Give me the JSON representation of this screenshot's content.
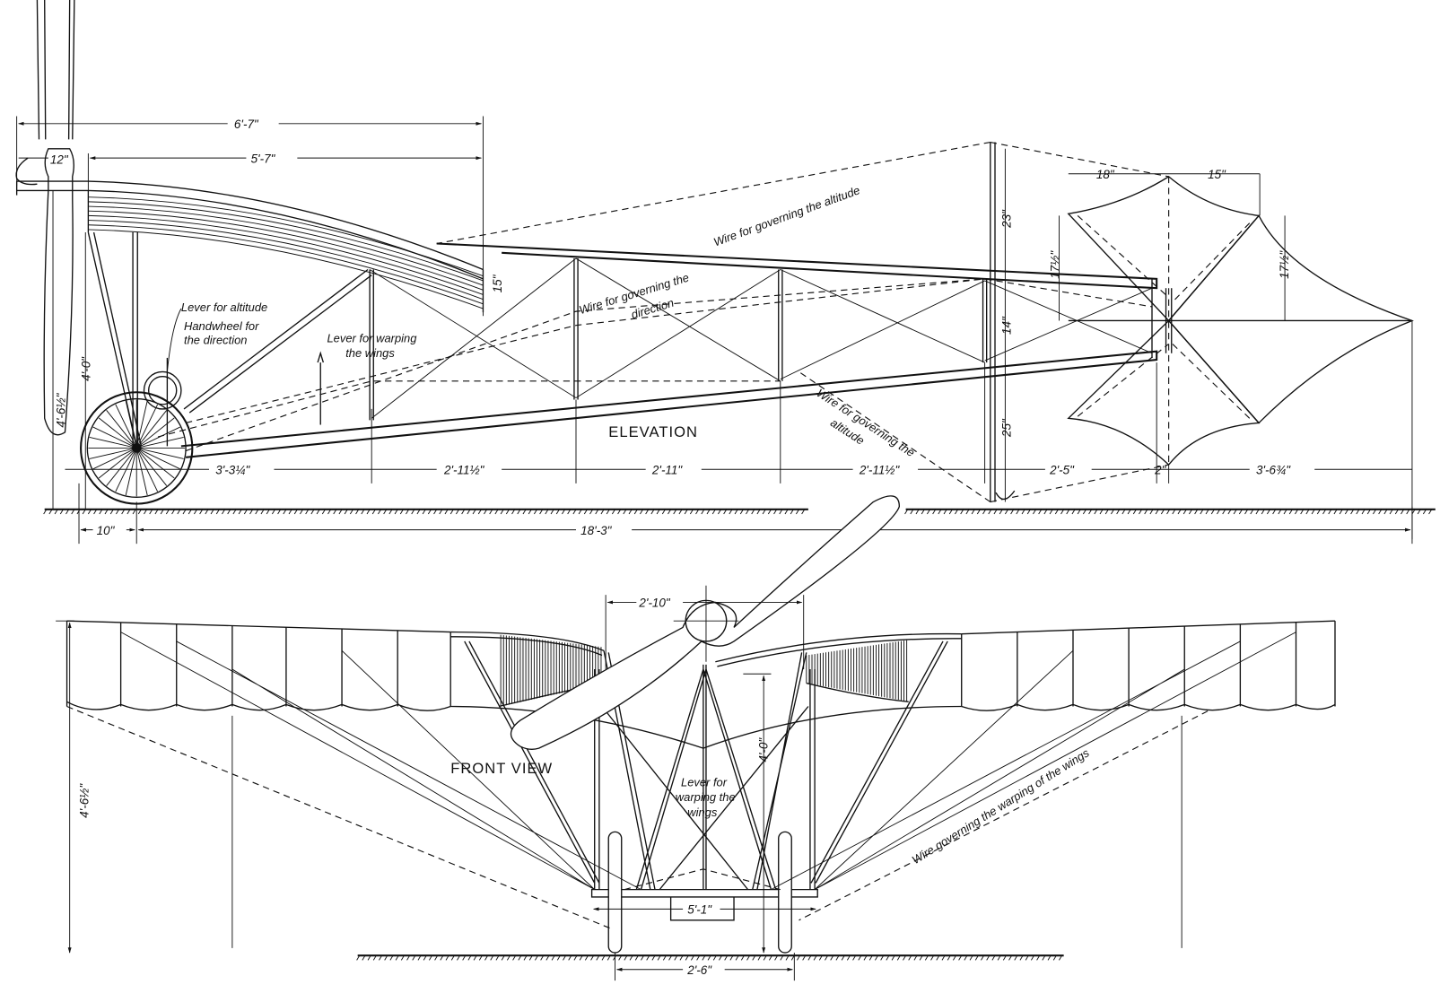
{
  "elevation": {
    "title": "ELEVATION",
    "dimensions": {
      "overall_top": "6'-7\"",
      "wing_chord": "5'-7\"",
      "prop_hub": "12\"",
      "prop_height": "4'-6½\"",
      "wing_height": "4'-0\"",
      "trailing_edge": "15\"",
      "rudder_top": "23\"",
      "rudder_mid": "14\"",
      "rudder_bottom": "25\"",
      "elevator_left_height": "17½\"",
      "elevator_right_height": "17½\"",
      "elevator_front": "18\"",
      "elevator_rear": "15\"",
      "bays": [
        "3'-3¼\"",
        "2'-11½\"",
        "2'-11\"",
        "2'-11½\"",
        "2'-5\"",
        "2\"",
        "3'-6¾\""
      ],
      "nose_offset": "10\"",
      "overall_length": "18'-3\""
    },
    "annotations": {
      "lever_altitude": "Lever for altitude",
      "handwheel_line1": "Handwheel for",
      "handwheel_line2": "the direction",
      "lever_warp_line1": "Lever for warping",
      "lever_warp_line2": "the wings",
      "wire_altitude_upper": "Wire for governing the altitude",
      "wire_direction_line1": "Wire for governing the",
      "wire_direction_line2": "direction",
      "wire_altitude_lower_line1": "Wire for governing the",
      "wire_altitude_lower_line2": "altitude"
    }
  },
  "front_view": {
    "title": "FRONT VIEW",
    "dimensions": {
      "propeller_hub_span": "2'-10\"",
      "overall_height": "4'-6½\"",
      "wing_height": "4'-0\"",
      "axle_width": "5'-1\"",
      "track": "2'-6\""
    },
    "annotations": {
      "lever_line1": "Lever for",
      "lever_line2": "warping the",
      "lever_line3": "wings",
      "wire_warping": "Wire governing the warping of the wings"
    }
  }
}
